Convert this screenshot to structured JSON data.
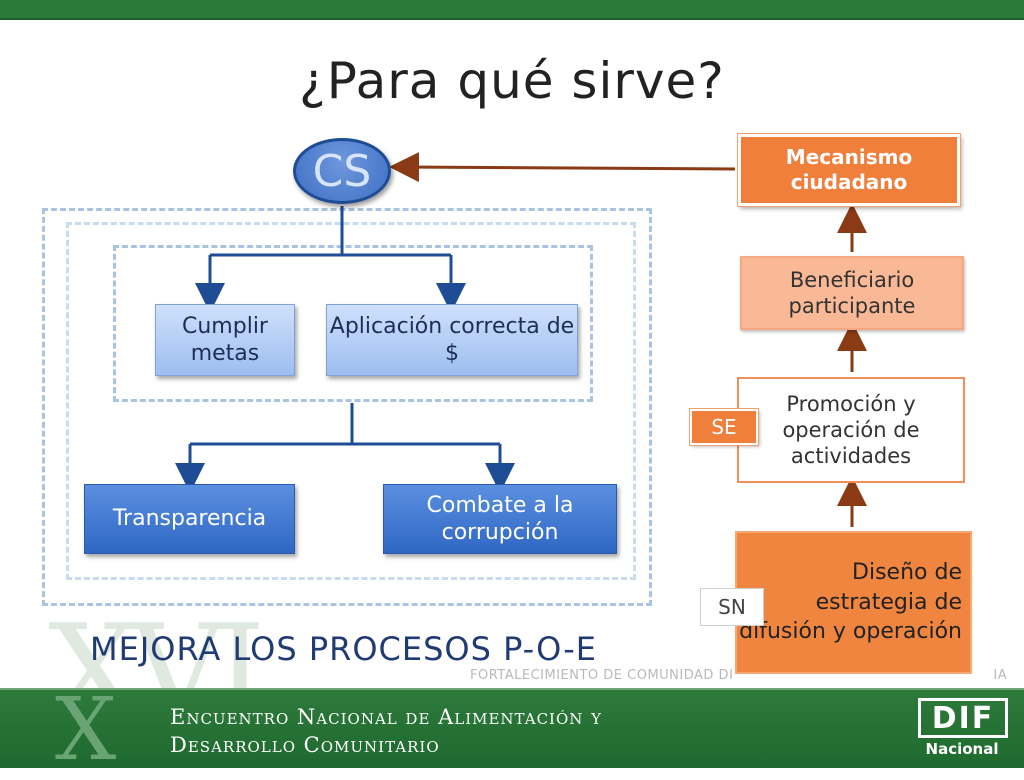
{
  "title": "¿Para qué sirve?",
  "cs_label": "CS",
  "left": {
    "cumplir": "Cumplir metas",
    "aplicacion": "Aplicación correcta  de $",
    "transparencia": "Transparencia",
    "combate": "Combate a la corrupción"
  },
  "right": {
    "mecanismo": "Mecanismo ciudadano",
    "beneficiario": "Beneficiario participante",
    "promocion": "Promoción y operación  de actividades",
    "diseno": "Diseño de estrategia de difusión y operación",
    "se_tag": "SE",
    "sn_tag": "SN"
  },
  "mejora": "MEJORA LOS PROCESOS P-O-E",
  "footer": {
    "line1": "Encuentro Nacional de Alimentación y",
    "line2": "Desarrollo Comunitario",
    "fortalecimiento": "FORTALECIMIENTO DE COMUNIDAD DI",
    "fortalecimiento_tail": "IA",
    "dif": "DIF",
    "nacional": "Nacional",
    "roman": "XVI",
    "roman_x": "X"
  },
  "colors": {
    "green": "#2b7a3a",
    "blue_dark": "#2f67c4",
    "orange": "#f07f3c",
    "navy_text": "#203a74"
  }
}
